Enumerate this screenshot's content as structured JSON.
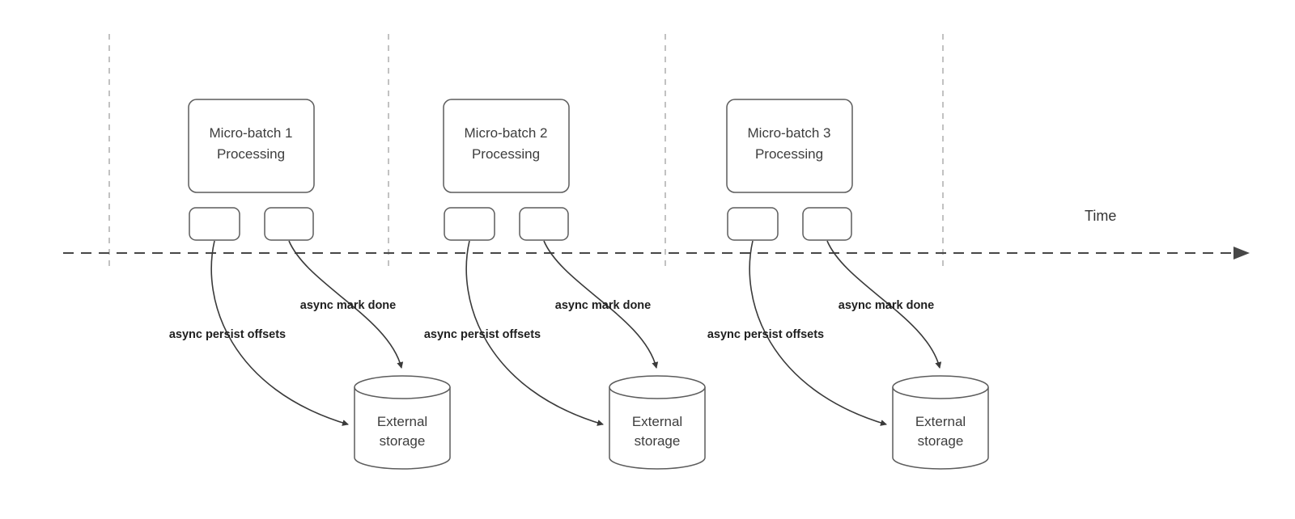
{
  "diagram": {
    "time_label": "Time",
    "batches": [
      {
        "title_line1": "Micro-batch 1",
        "title_line2": "Processing",
        "persist_label": "async persist offsets",
        "mark_done_label": "async mark done",
        "storage_line1": "External",
        "storage_line2": "storage"
      },
      {
        "title_line1": "Micro-batch 2",
        "title_line2": "Processing",
        "persist_label": "async persist offsets",
        "mark_done_label": "async mark done",
        "storage_line1": "External",
        "storage_line2": "storage"
      },
      {
        "title_line1": "Micro-batch 3",
        "title_line2": "Processing",
        "persist_label": "async persist offsets",
        "mark_done_label": "async mark done",
        "storage_line1": "External",
        "storage_line2": "storage"
      }
    ]
  }
}
